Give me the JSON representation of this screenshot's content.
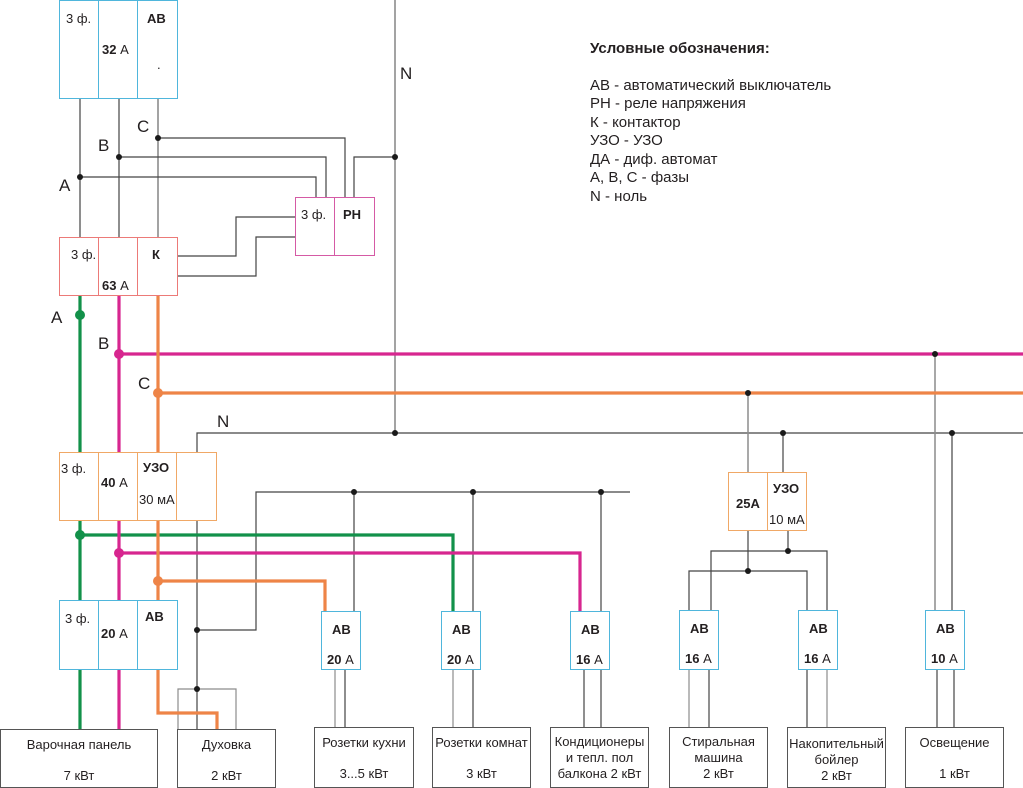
{
  "colors": {
    "phase_a": "#12914a",
    "phase_b": "#d7268f",
    "phase_c": "#ee8447",
    "neutral": "#444444",
    "wire_gray": "#8c8c8c",
    "breaker_border": "#4fb6dc",
    "contactor_border": "#ec7a78",
    "relay_border": "#d55aa5",
    "rcd_border": "#f0a866",
    "load_border": "#555555"
  },
  "legend": {
    "title": "Условные обозначения:",
    "items": [
      "АВ - автоматический выключатель",
      "РН - реле напряжения",
      "К - контактор",
      "УЗО - УЗО",
      "ДА - диф. автомат",
      "А, В, С - фазы",
      "N - ноль"
    ]
  },
  "wire_labels": {
    "neutral_top": "N",
    "neutral_mid": "N",
    "upper_a": "A",
    "upper_b": "B",
    "upper_c": "C",
    "lower_a": "A",
    "lower_b": "B",
    "lower_c": "C"
  },
  "main_breaker": {
    "phases": "3 ф.",
    "rating_num": "32",
    "rating_unit": " А",
    "type": "АВ",
    "mark": "."
  },
  "contactor": {
    "phases": "3 ф.",
    "rating_num": "63",
    "rating_unit": " А",
    "type": "К"
  },
  "voltage_relay": {
    "phases": "3 ф.",
    "type": "РН"
  },
  "main_rcd": {
    "phases": "3 ф.",
    "rating_num": "40",
    "rating_unit": " А",
    "type": "УЗО",
    "leak": "30 мА"
  },
  "stove_breaker": {
    "phases": "3 ф.",
    "rating_num": "20",
    "rating_unit": " А",
    "type": "АВ"
  },
  "small_rcd": {
    "rating": "25А",
    "type": "УЗО",
    "leak": "10 мА"
  },
  "breakers": [
    {
      "type": "АВ",
      "rating_num": "20",
      "rating_unit": " А"
    },
    {
      "type": "АВ",
      "rating_num": "20",
      "rating_unit": " А"
    },
    {
      "type": "АВ",
      "rating_num": "16",
      "rating_unit": " А"
    },
    {
      "type": "АВ",
      "rating_num": "16",
      "rating_unit": " А"
    },
    {
      "type": "АВ",
      "rating_num": "16",
      "rating_unit": " А"
    },
    {
      "type": "АВ",
      "rating_num": "10",
      "rating_unit": " А"
    }
  ],
  "loads": [
    {
      "name": "Варочная панель",
      "power": "7 кВт"
    },
    {
      "name": "Духовка",
      "power": "2 кВт"
    },
    {
      "name": "Розетки кухни",
      "power": "3...5 кВт"
    },
    {
      "name": "Розетки комнат",
      "power": "3 кВт"
    },
    {
      "name": "Кондиционеры\nи тепл. пол\nбалкона 2 кВт",
      "power": ""
    },
    {
      "name": "Стиральная\nмашина",
      "power": "2 кВт"
    },
    {
      "name": "Накопительный\nбойлер",
      "power": "2 кВт"
    },
    {
      "name": "Освещение",
      "power": "1 кВт"
    }
  ]
}
